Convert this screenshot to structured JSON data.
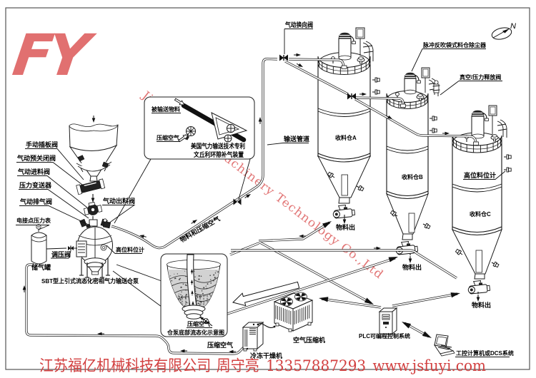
{
  "branding": {
    "logo_text": "FY",
    "watermark": "Jiangsu Fuyi Machinery Technology Co.,Ltd",
    "footer_company": "江苏福亿机械科技有限公司",
    "footer_person": "周守亮",
    "footer_phone": "13357887293",
    "footer_url": "www.jsfuyi.com"
  },
  "compass": {
    "north": "N"
  },
  "colors": {
    "accent_red": "#d24040",
    "logo_red": "#df6666",
    "watermark_red": "#dd5f5f",
    "line_black": "#1c1c1c"
  },
  "labels": {
    "manual_slide_valve": "手动插板阀",
    "pneumatic_preclose_valve": "气动预关闭阀",
    "pneumatic_feed_valve": "气动进料阀",
    "pressure_transmitter": "压力变送器",
    "pneumatic_vent_valve": "气动排气阀",
    "contact_pressure_gauge": "电接点压力表",
    "pressure_regulating_valve": "调压阀",
    "air_tank": "储气罐",
    "pneumatic_discharge_valve": "气动出料阀",
    "high_level_indicator_pump": "高位料位计",
    "pump_caption": "SBT型上引式流态化密相气力输送仓泵",
    "material_and_air": "物料和压缩空气",
    "conveying_pipeline": "输送管道",
    "pneumatic_diverter_valve": "气动换向阀",
    "dust_collector": "脉冲反吹袋式料仓除尘器",
    "vacuum_pressure_relief_valve": "真空/压力释放阀",
    "silo_a": "收料仓A",
    "silo_b": "收料仓B",
    "silo_c": "收料仓C",
    "high_level_indicator_silo": "高位料位计",
    "material_out_a": "物料出",
    "material_out_b": "物料出",
    "material_out_c": "物料出",
    "compressed_air_bottom": "压缩空气",
    "freeze_dryer": "冷冻干燥机",
    "air_compressor": "空气压缩机",
    "plc_system": "PLC可编程控制系统",
    "industrial_computer": "工控计算机或DCS系统"
  },
  "venturi_box": {
    "conveyed_material": "被输送物料",
    "compressed_air": "压缩空气",
    "patent_line1": "美国气力输送技术专利",
    "patent_line2": "文丘利环隙补气装置"
  },
  "bowl_box": {
    "compressed_air": "压缩空气",
    "caption": "仓泵底部流态化示意图"
  }
}
